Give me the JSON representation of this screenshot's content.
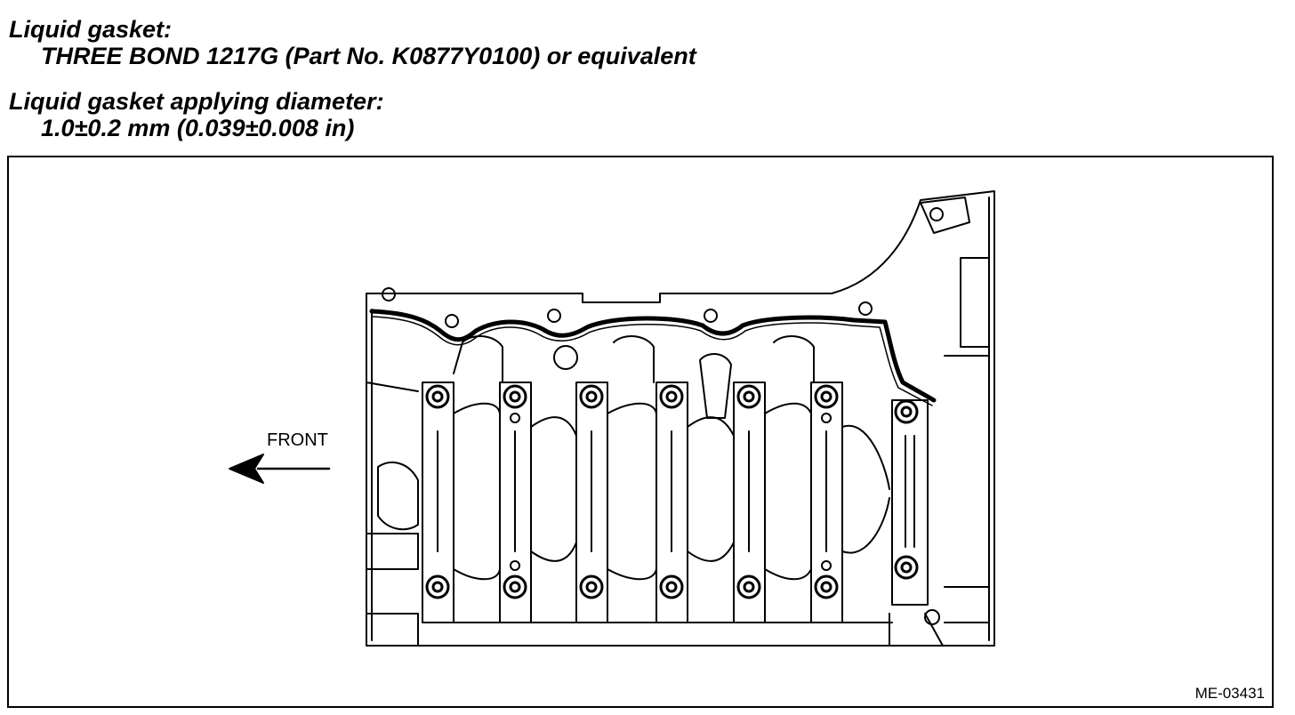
{
  "specs": {
    "gasket_label": "Liquid gasket:",
    "gasket_value": "THREE BOND 1217G (Part No. K0877Y0100) or equivalent",
    "diameter_label": "Liquid gasket applying diameter:",
    "diameter_value": "1.0±0.2 mm (0.039±0.008 in)"
  },
  "figure": {
    "front_label": "FRONT",
    "figure_id": "ME-03431"
  }
}
